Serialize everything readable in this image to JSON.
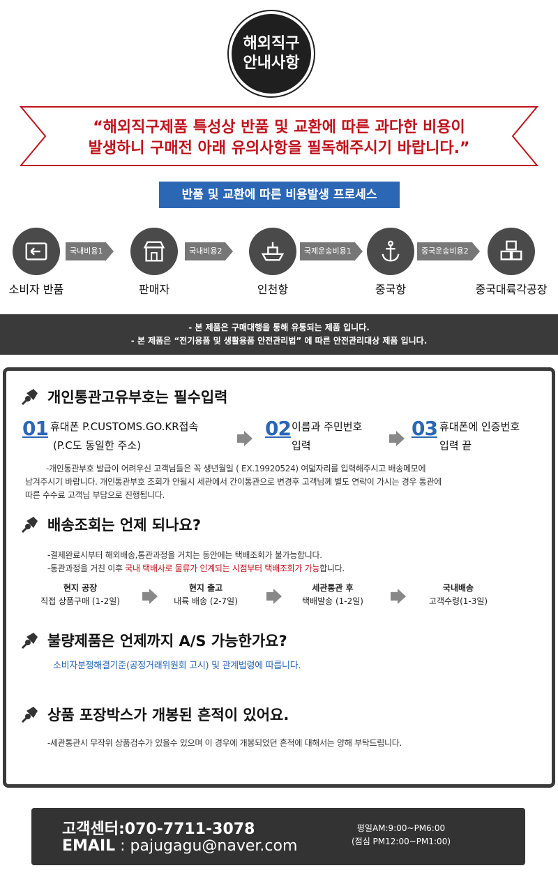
{
  "badge": {
    "line1": "해외직구",
    "line2": "안내사항"
  },
  "ribbon": {
    "line1": "“해외직구제품 특성상 반품 및 교환에 따른 과다한 비용이",
    "line2": "발생하니 구매전 아래 유의사항을 필독해주시기 바랍니다.”"
  },
  "process": {
    "title": "반품 및 교환에 따른 비용발생 프로세스",
    "steps": [
      {
        "label": "소비자 반품",
        "icon": "return-box-icon"
      },
      {
        "label": "판매자",
        "icon": "store-icon"
      },
      {
        "label": "인천항",
        "icon": "ship-icon"
      },
      {
        "label": "중국항",
        "icon": "anchor-icon"
      },
      {
        "label": "중국대륙각공장",
        "icon": "boxes-icon"
      }
    ],
    "arrows": [
      "국내비용1",
      "국내비용2",
      "국제운송비용1",
      "중국운송비용2"
    ]
  },
  "notice": {
    "line1": "- 본 제품은 구매대행을 통해 유통되는 제품 입니다.",
    "line2": "- 본 제품은 “전기용품 및 생활용품 안전관리법” 에 따른 안전관리대상 제품 입니다."
  },
  "sections": {
    "s1": {
      "title": "개인통관고유부호는 필수입력",
      "steps": [
        {
          "num": "01",
          "line1": "휴대폰 P.CUSTOMS.GO.KR접속",
          "line2": "(P.C도 동일한 주소)"
        },
        {
          "num": "02",
          "line1": "이름과 주민번호",
          "line2": "입력"
        },
        {
          "num": "03",
          "line1": "휴대폰에 인증번호",
          "line2": "입력 끝"
        }
      ],
      "para1": "-개인통관부호 발급이 어려우신 고객님들은 꼭 생년월일 ( EX.19920524) 여덟자리를 입력해주시고 배송메모에",
      "para2": "남겨주시기 바랍니다. 개인통관부호 조회가 안될시 세관에서 간이통관으로 변경후 고객님께 별도 연락이 가시는 경우 통관에",
      "para3": "따른 수수료 고객님 부담으로 진행됩니다."
    },
    "s2": {
      "title": "배송조회는 언제 되나요?",
      "para1": "-결제완료시부터 해외배송,통관과정을 거치는 동안에는 택배조회가 불가능합니다.",
      "para2_a": "-통관과정을 거친 이후 ",
      "para2_b": "국내 택배사로 물류가 인계되는 시점부터 택배조회가 가능",
      "para2_c": "합니다.",
      "stages": [
        {
          "title": "현지 공장",
          "desc": "직접 상품구매 (1-2일)"
        },
        {
          "title": "현지 출고",
          "desc": "내륙 배송 (2-7일)"
        },
        {
          "title": "세관통관 후",
          "desc": "택배발송 (1-2일)"
        },
        {
          "title": "국내배송",
          "desc": "고객수령(1-3일)"
        }
      ]
    },
    "s3": {
      "title": "불량제품은 언제까지 A/S 가능한가요?",
      "para": "소비자분쟁해결기준(공정거래위원회 고시) 및 관계법령에 따릅니다."
    },
    "s4": {
      "title": "상품 포장박스가 개봉된 흔적이 있어요.",
      "para": "-세관통관시 무작위 상품검수가 있을수 있으며 이 경우에 개봉되었던 흔적에 대해서는 양해 부탁드립니다."
    }
  },
  "contact": {
    "phone": "고객센터:070-7711-3078",
    "email_label": "EMAIL",
    "email": " : pajugagu@naver.com",
    "hours1": "평일AM:9:00~PM6:00",
    "hours2": "(점심 PM12:00~PM1:00)"
  },
  "colors": {
    "accent_blue": "#2b67b5",
    "accent_red": "#c0121c",
    "dark": "#3a3a3a"
  }
}
